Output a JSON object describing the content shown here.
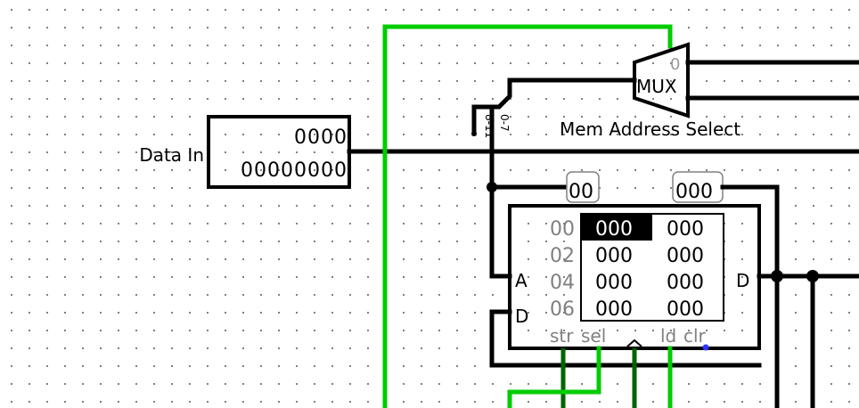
{
  "canvas": {
    "grid": "dotted",
    "colors": {
      "wire_off": "#000000",
      "wire_on": "#00cc00",
      "wire_low": "#006400",
      "unconnected": "#3333ff",
      "label_gray": "#808080"
    }
  },
  "data_in": {
    "label": "Data In",
    "value_high": "0000",
    "value_low": "00000000"
  },
  "splitter": {
    "range_a": "8-11",
    "range_b": "0-7"
  },
  "mux": {
    "label": "MUX",
    "select_value": "0",
    "caption": "Mem Address Select"
  },
  "probes": {
    "address": "00",
    "data": "000"
  },
  "ram": {
    "port_a": "A",
    "port_d_in": "D",
    "port_d_out": "D",
    "rows": [
      {
        "addr": "00",
        "cells": [
          "000",
          "000"
        ]
      },
      {
        "addr": "02",
        "cells": [
          "000",
          "000"
        ]
      },
      {
        "addr": "04",
        "cells": [
          "000",
          "000"
        ]
      },
      {
        "addr": "06",
        "cells": [
          "000",
          "000"
        ]
      }
    ],
    "pins": {
      "str": "str",
      "sel": "sel",
      "ld": "ld",
      "clr": "clr"
    }
  }
}
